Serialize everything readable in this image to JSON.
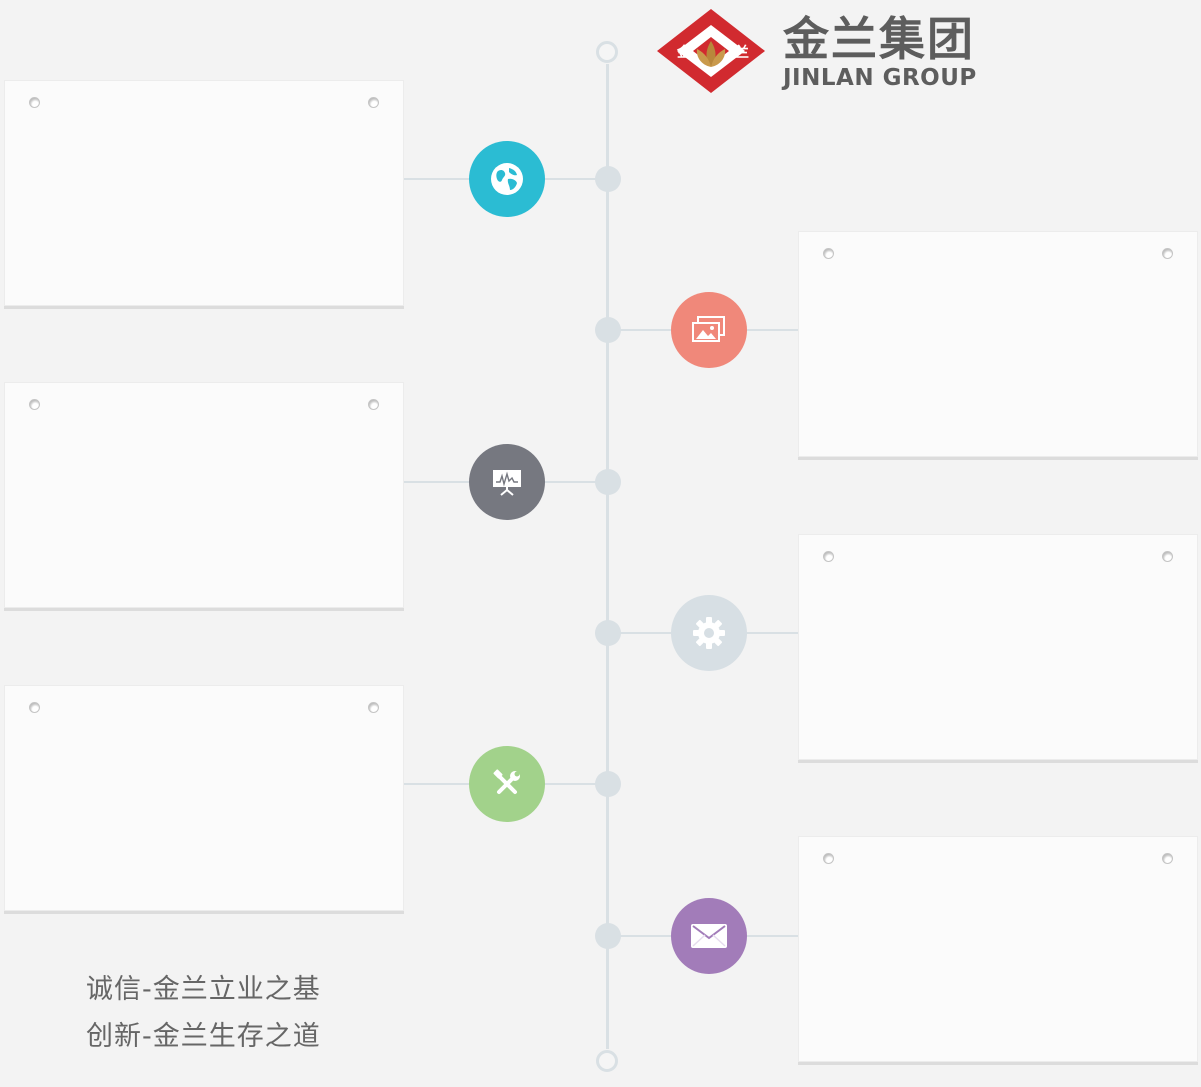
{
  "logo": {
    "mark_text_left": "金",
    "mark_text_right": "兰",
    "name_cn": "金兰集团",
    "name_en": "JINLAN GROUP",
    "colors": {
      "red": "#d12a2f",
      "gold": "#b8873b",
      "text": "#5d5d5d"
    }
  },
  "timeline": {
    "line_color": "#d9e0e4",
    "items": [
      {
        "side": "left",
        "icon": "globe-icon",
        "color": "#2bbcd3"
      },
      {
        "side": "right",
        "icon": "image-icon",
        "color": "#f0887a"
      },
      {
        "side": "left",
        "icon": "presentation-icon",
        "color": "#767880"
      },
      {
        "side": "right",
        "icon": "gear-icon",
        "color": "#d7dfe4"
      },
      {
        "side": "left",
        "icon": "tools-icon",
        "color": "#a2d28b"
      },
      {
        "side": "right",
        "icon": "mail-icon",
        "color": "#a27cb9"
      }
    ]
  },
  "slogan": {
    "line1": "诚信-金兰立业之基",
    "line2": "创新-金兰生存之道"
  }
}
